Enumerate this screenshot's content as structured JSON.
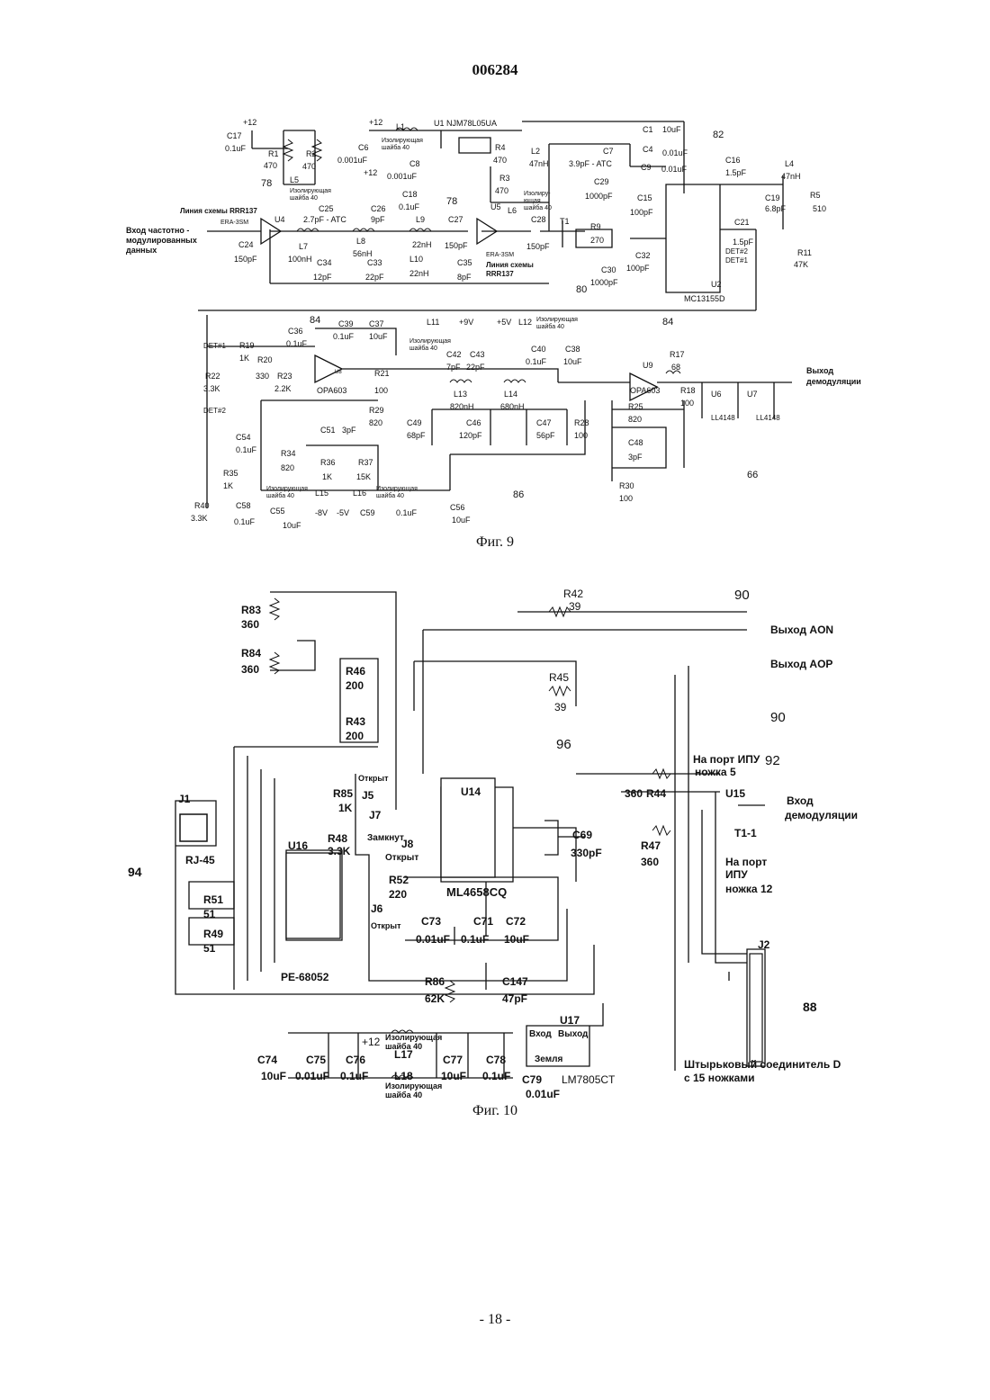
{
  "doc_number": "006284",
  "fig9": {
    "caption": "Фиг. 9",
    "labels": [
      {
        "t": "+12"
      },
      {
        "t": "C17"
      },
      {
        "t": "0.1uF"
      },
      {
        "t": "R1"
      },
      {
        "t": "470"
      },
      {
        "t": "R2"
      },
      {
        "t": "470"
      },
      {
        "t": "L5"
      },
      {
        "t": "Изолирующая"
      },
      {
        "t": "шайба 40"
      },
      {
        "t": "78"
      },
      {
        "t": "Линия схемы RRR137"
      },
      {
        "t": "ERA-3SM"
      },
      {
        "t": "U4"
      },
      {
        "t": "Вход частотно -"
      },
      {
        "t": "модулированных"
      },
      {
        "t": "данных"
      },
      {
        "t": "C24"
      },
      {
        "t": "150pF"
      },
      {
        "t": "C25"
      },
      {
        "t": "2.7pF - ATC"
      },
      {
        "t": "L7"
      },
      {
        "t": "100nH"
      },
      {
        "t": "C34"
      },
      {
        "t": "12pF"
      },
      {
        "t": "L8"
      },
      {
        "t": "56nH"
      },
      {
        "t": "C33"
      },
      {
        "t": "22pF"
      },
      {
        "t": "C26"
      },
      {
        "t": "9pF"
      },
      {
        "t": "L9"
      },
      {
        "t": "22nH"
      },
      {
        "t": "L10"
      },
      {
        "t": "22nH"
      },
      {
        "t": "C27"
      },
      {
        "t": "150pF"
      },
      {
        "t": "C35"
      },
      {
        "t": "8pF"
      },
      {
        "t": "+12"
      },
      {
        "t": "L1"
      },
      {
        "t": "Изолирующая"
      },
      {
        "t": "шайба 40"
      },
      {
        "t": "C6"
      },
      {
        "t": "0.001uF"
      },
      {
        "t": "+12"
      },
      {
        "t": "C8"
      },
      {
        "t": "0.001uF"
      },
      {
        "t": "C18"
      },
      {
        "t": "0.1uF"
      },
      {
        "t": "U1 NJM78L05UA"
      },
      {
        "t": "R4"
      },
      {
        "t": "470"
      },
      {
        "t": "R3"
      },
      {
        "t": "470"
      },
      {
        "t": "78"
      },
      {
        "t": "U5"
      },
      {
        "t": "ERA-3SM"
      },
      {
        "t": "Линия схемы"
      },
      {
        "t": "RRR137"
      },
      {
        "t": "L2"
      },
      {
        "t": "47nH"
      },
      {
        "t": "Изолиру-"
      },
      {
        "t": "ющая"
      },
      {
        "t": "шайба 40"
      },
      {
        "t": "L6"
      },
      {
        "t": "C28"
      },
      {
        "t": "150pF"
      },
      {
        "t": "C7"
      },
      {
        "t": "3.9pF - ATC"
      },
      {
        "t": "C29"
      },
      {
        "t": "1000pF"
      },
      {
        "t": "T1"
      },
      {
        "t": "R9"
      },
      {
        "t": "270"
      },
      {
        "t": "C30"
      },
      {
        "t": "1000pF"
      },
      {
        "t": "C32"
      },
      {
        "t": "100pF"
      },
      {
        "t": "80"
      },
      {
        "t": "C1"
      },
      {
        "t": "10uF"
      },
      {
        "t": "C4"
      },
      {
        "t": "0.01uF"
      },
      {
        "t": "C9"
      },
      {
        "t": "0.01uF"
      },
      {
        "t": "C15"
      },
      {
        "t": "100pF"
      },
      {
        "t": "82"
      },
      {
        "t": "U2"
      },
      {
        "t": "MC13155D"
      },
      {
        "t": "C16"
      },
      {
        "t": "1.5pF"
      },
      {
        "t": "L4"
      },
      {
        "t": "47nH"
      },
      {
        "t": "C19"
      },
      {
        "t": "6.8pF"
      },
      {
        "t": "R5"
      },
      {
        "t": "510"
      },
      {
        "t": "C21"
      },
      {
        "t": "1.5pF"
      },
      {
        "t": "DET#2"
      },
      {
        "t": "DET#1"
      },
      {
        "t": "R11"
      },
      {
        "t": "47K"
      },
      {
        "t": "84"
      },
      {
        "t": "C36"
      },
      {
        "t": "0.1uF"
      },
      {
        "t": "DET#1"
      },
      {
        "t": "R19"
      },
      {
        "t": "1K"
      },
      {
        "t": "R20"
      },
      {
        "t": "330"
      },
      {
        "t": "R22"
      },
      {
        "t": "3.3K"
      },
      {
        "t": "R23"
      },
      {
        "t": "2.2K"
      },
      {
        "t": "DET#2"
      },
      {
        "t": "C39"
      },
      {
        "t": "0.1uF"
      },
      {
        "t": "C37"
      },
      {
        "t": "10uF"
      },
      {
        "t": "U8"
      },
      {
        "t": "OPA603"
      },
      {
        "t": "R21"
      },
      {
        "t": "100"
      },
      {
        "t": "R29"
      },
      {
        "t": "820"
      },
      {
        "t": "C51"
      },
      {
        "t": "3pF"
      },
      {
        "t": "C54"
      },
      {
        "t": "0.1uF"
      },
      {
        "t": "R34"
      },
      {
        "t": "820"
      },
      {
        "t": "R36"
      },
      {
        "t": "1K"
      },
      {
        "t": "R37"
      },
      {
        "t": "15K"
      },
      {
        "t": "R35"
      },
      {
        "t": "1K"
      },
      {
        "t": "R40"
      },
      {
        "t": "3.3K"
      },
      {
        "t": "C58"
      },
      {
        "t": "0.1uF"
      },
      {
        "t": "Изолирующая"
      },
      {
        "t": "шайба 40"
      },
      {
        "t": "L15"
      },
      {
        "t": "C55"
      },
      {
        "t": "10uF"
      },
      {
        "t": "-8V"
      },
      {
        "t": "L16"
      },
      {
        "t": "Изолирующая"
      },
      {
        "t": "шайба 40"
      },
      {
        "t": "-5V"
      },
      {
        "t": "C59"
      },
      {
        "t": "0.1uF"
      },
      {
        "t": "C56"
      },
      {
        "t": "10uF"
      },
      {
        "t": "L11"
      },
      {
        "t": "+9V"
      },
      {
        "t": "Изолирующая"
      },
      {
        "t": "шайба 40"
      },
      {
        "t": "C42"
      },
      {
        "t": "7pF"
      },
      {
        "t": "C43"
      },
      {
        "t": "22pF"
      },
      {
        "t": "L13"
      },
      {
        "t": "820nH"
      },
      {
        "t": "L14"
      },
      {
        "t": "680nH"
      },
      {
        "t": "C49"
      },
      {
        "t": "68pF"
      },
      {
        "t": "C46"
      },
      {
        "t": "120pF"
      },
      {
        "t": "C47"
      },
      {
        "t": "56pF"
      },
      {
        "t": "R28"
      },
      {
        "t": "100"
      },
      {
        "t": "86"
      },
      {
        "t": "+5V"
      },
      {
        "t": "L12"
      },
      {
        "t": "Изолирующая"
      },
      {
        "t": "шайба 40"
      },
      {
        "t": "C40"
      },
      {
        "t": "0.1uF"
      },
      {
        "t": "C38"
      },
      {
        "t": "10uF"
      },
      {
        "t": "84"
      },
      {
        "t": "U9"
      },
      {
        "t": "OPA603"
      },
      {
        "t": "R17"
      },
      {
        "t": "68"
      },
      {
        "t": "R18"
      },
      {
        "t": "100"
      },
      {
        "t": "U6"
      },
      {
        "t": "U7"
      },
      {
        "t": "LL4148"
      },
      {
        "t": "LL4148"
      },
      {
        "t": "R25"
      },
      {
        "t": "820"
      },
      {
        "t": "C48"
      },
      {
        "t": "3pF"
      },
      {
        "t": "R30"
      },
      {
        "t": "100"
      },
      {
        "t": "Выход"
      },
      {
        "t": "демодуляции"
      },
      {
        "t": "66"
      }
    ]
  },
  "fig10": {
    "caption": "Фиг. 10",
    "labels": [
      {
        "t": "R83"
      },
      {
        "t": "360"
      },
      {
        "t": "R84"
      },
      {
        "t": "360"
      },
      {
        "t": "R46"
      },
      {
        "t": "200"
      },
      {
        "t": "R43"
      },
      {
        "t": "200"
      },
      {
        "t": "R42"
      },
      {
        "t": "39"
      },
      {
        "t": "R45"
      },
      {
        "t": "39"
      },
      {
        "t": "90"
      },
      {
        "t": "Выход AON"
      },
      {
        "t": "Выход AOP"
      },
      {
        "t": "90"
      },
      {
        "t": "96"
      },
      {
        "t": "Открыт"
      },
      {
        "t": "R85"
      },
      {
        "t": "1K"
      },
      {
        "t": "J5"
      },
      {
        "t": "J7"
      },
      {
        "t": "Замкнут"
      },
      {
        "t": "J8"
      },
      {
        "t": "Открыт"
      },
      {
        "t": "R48"
      },
      {
        "t": "3.3K"
      },
      {
        "t": "U14"
      },
      {
        "t": "C69"
      },
      {
        "t": "330pF"
      },
      {
        "t": "R52"
      },
      {
        "t": "220"
      },
      {
        "t": "ML4658CQ"
      },
      {
        "t": "J1"
      },
      {
        "t": "RJ-45"
      },
      {
        "t": "94"
      },
      {
        "t": "U16"
      },
      {
        "t": "R51"
      },
      {
        "t": "51"
      },
      {
        "t": "R49"
      },
      {
        "t": "51"
      },
      {
        "t": "PE-68052"
      },
      {
        "t": "J6"
      },
      {
        "t": "Открыт"
      },
      {
        "t": "C73"
      },
      {
        "t": "0.01uF"
      },
      {
        "t": "C71"
      },
      {
        "t": "0.1uF"
      },
      {
        "t": "C72"
      },
      {
        "t": "10uF"
      },
      {
        "t": "R86"
      },
      {
        "t": "62K"
      },
      {
        "t": "C147"
      },
      {
        "t": "47pF"
      },
      {
        "t": "На порт ИПУ"
      },
      {
        "t": "ножка 5"
      },
      {
        "t": "92"
      },
      {
        "t": "360"
      },
      {
        "t": "R44"
      },
      {
        "t": "U15"
      },
      {
        "t": "Вход"
      },
      {
        "t": "демодуляции"
      },
      {
        "t": "R47"
      },
      {
        "t": "360"
      },
      {
        "t": "T1-1"
      },
      {
        "t": "На порт"
      },
      {
        "t": "ИПУ"
      },
      {
        "t": "ножка 12"
      },
      {
        "t": "J2"
      },
      {
        "t": "88"
      },
      {
        "t": "Штырьковый соединитель D"
      },
      {
        "t": "с 15 ножками"
      },
      {
        "t": "+12"
      },
      {
        "t": "Изолирующая"
      },
      {
        "t": "шайба 40"
      },
      {
        "t": "C74"
      },
      {
        "t": "10uF"
      },
      {
        "t": "C75"
      },
      {
        "t": "0.01uF"
      },
      {
        "t": "C76"
      },
      {
        "t": "0.1uF"
      },
      {
        "t": "L17"
      },
      {
        "t": "L18"
      },
      {
        "t": "Изолирующая"
      },
      {
        "t": "шайба 40"
      },
      {
        "t": "C77"
      },
      {
        "t": "10uF"
      },
      {
        "t": "C78"
      },
      {
        "t": "0.1uF"
      },
      {
        "t": "U17"
      },
      {
        "t": "Вход"
      },
      {
        "t": "Выход"
      },
      {
        "t": "Земля"
      },
      {
        "t": "C79"
      },
      {
        "t": "0.01uF"
      },
      {
        "t": "LM7805CT"
      }
    ]
  },
  "footer": "- 18 -"
}
